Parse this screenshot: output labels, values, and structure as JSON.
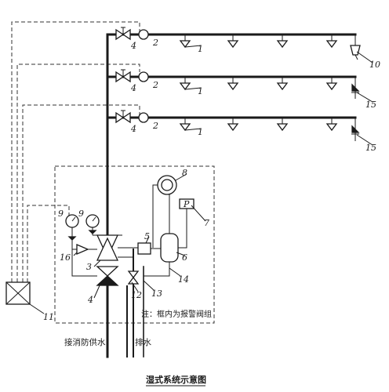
{
  "labels": {
    "l1": "1",
    "l2": "2",
    "l3": "3",
    "l4": "4",
    "l5": "5",
    "l6": "6",
    "l7": "7",
    "l8": "8",
    "l9": "9",
    "l10": "10",
    "l11": "11",
    "l12": "12",
    "l13": "13",
    "l14": "14",
    "l15": "15",
    "l16": "16",
    "p": "P"
  },
  "note": "注：框内为报警阀组",
  "inlet": "接消防供水",
  "drain": "排水",
  "title": "湿式系统示意图"
}
